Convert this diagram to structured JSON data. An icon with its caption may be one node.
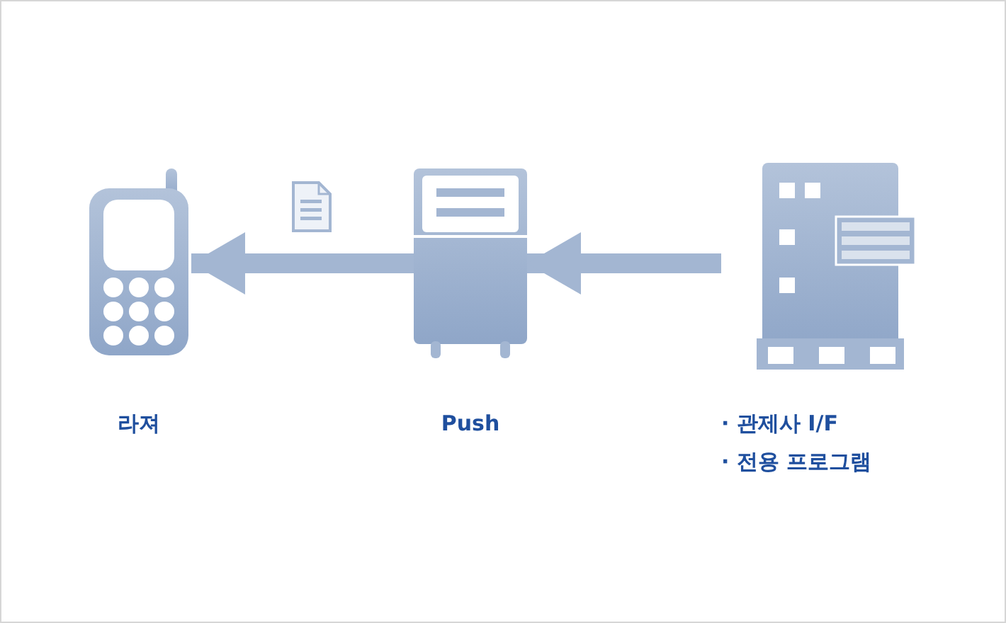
{
  "diagram": {
    "nodes": [
      {
        "text": [
          "라져"
        ]
      },
      {
        "text": [
          "Push"
        ]
      },
      {
        "text": [
          "· 관제사 I/F",
          "· 전용 프로그램"
        ]
      }
    ],
    "edges": [
      {
        "from": 2,
        "to": 1,
        "arrow": "to"
      },
      {
        "from": 1,
        "to": 0,
        "arrow": "to"
      }
    ]
  }
}
